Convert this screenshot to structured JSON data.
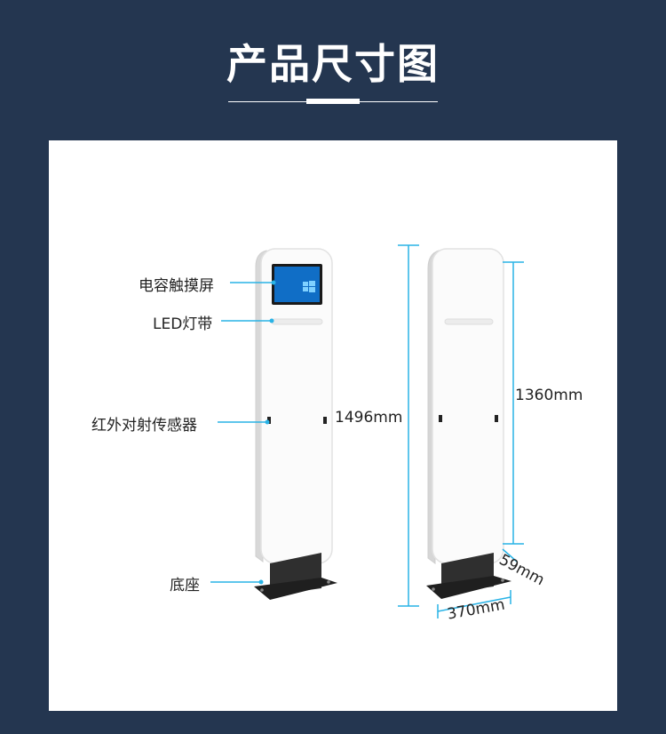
{
  "header": {
    "title": "产品尺寸图"
  },
  "callouts": {
    "touchscreen": "电容触摸屏",
    "led_strip": "LED灯带",
    "ir_sensor": "红外对射传感器",
    "base": "底座"
  },
  "dimensions": {
    "total_height": "1496mm",
    "panel_height": "1360mm",
    "depth": "59mm",
    "width": "370mm"
  },
  "colors": {
    "background": "#243650",
    "panel": "#ffffff",
    "dimension_line": "#29b3e6",
    "base": "#2b2b2b"
  }
}
